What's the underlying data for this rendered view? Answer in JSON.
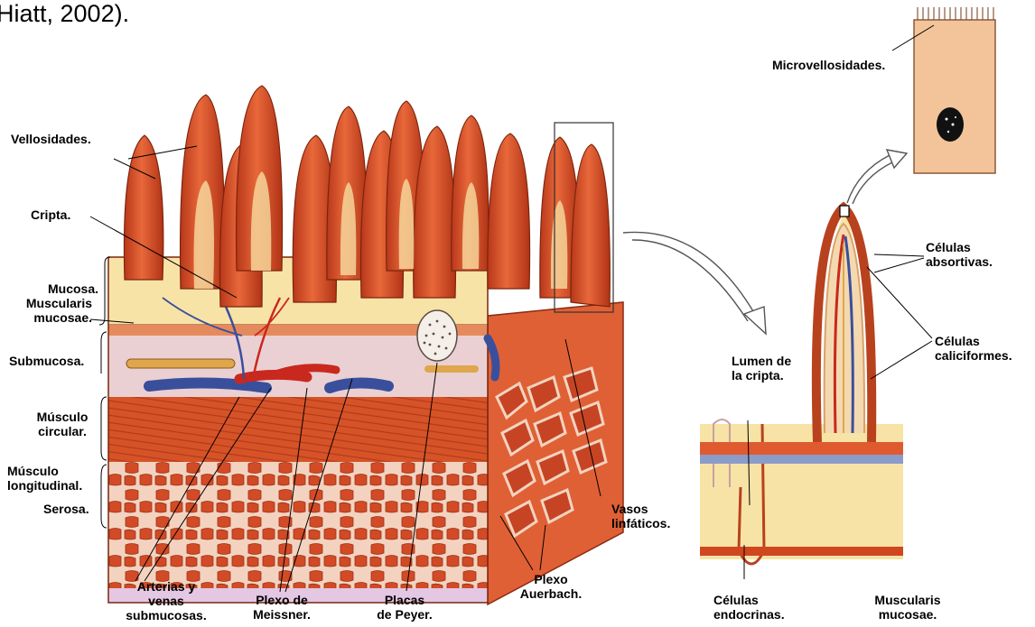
{
  "caption": "Hiatt, 2002).",
  "labels": {
    "vellosidades": "Vellosidades.",
    "cripta": "Cripta.",
    "mucosa": "Mucosa.",
    "muscularis_mucosae_left": [
      "Muscularis",
      "mucosae."
    ],
    "submucosa": "Submucosa.",
    "musculo_circular": [
      "Músculo",
      "circular."
    ],
    "musculo_longitudinal": [
      "Músculo",
      "longitudinal."
    ],
    "serosa": "Serosa.",
    "arterias": [
      "Arterias y",
      "venas",
      "submucosas."
    ],
    "plexo_meissner": [
      "Plexo de",
      "Meissner."
    ],
    "placas_peyer": [
      "Placas",
      "de Peyer."
    ],
    "plexo_auerbach": [
      "Plexo",
      "Auerbach."
    ],
    "vasos_linfaticos": [
      "Vasos",
      "linfáticos."
    ],
    "microvellosidades": "Microvellosidades.",
    "celulas_absortivas": [
      "Células",
      "absortivas."
    ],
    "celulas_caliciformes": [
      "Células",
      "caliciformes."
    ],
    "lumen_cripta": [
      "Lumen de",
      "la cripta."
    ],
    "celulas_endocrinas": [
      "Células",
      "endocrinas."
    ],
    "muscularis_mucosae_right": [
      "Muscularis",
      "mucosae."
    ]
  },
  "colors": {
    "villus": "#d9562a",
    "villus_dark": "#a83214",
    "mucosa_cream": "#f8e3a6",
    "submucosa": "#e9c9c9",
    "muscle": "#d8552c",
    "vein": "#3a4f9c",
    "artery": "#c9281e",
    "cell": "#f3c49a"
  }
}
